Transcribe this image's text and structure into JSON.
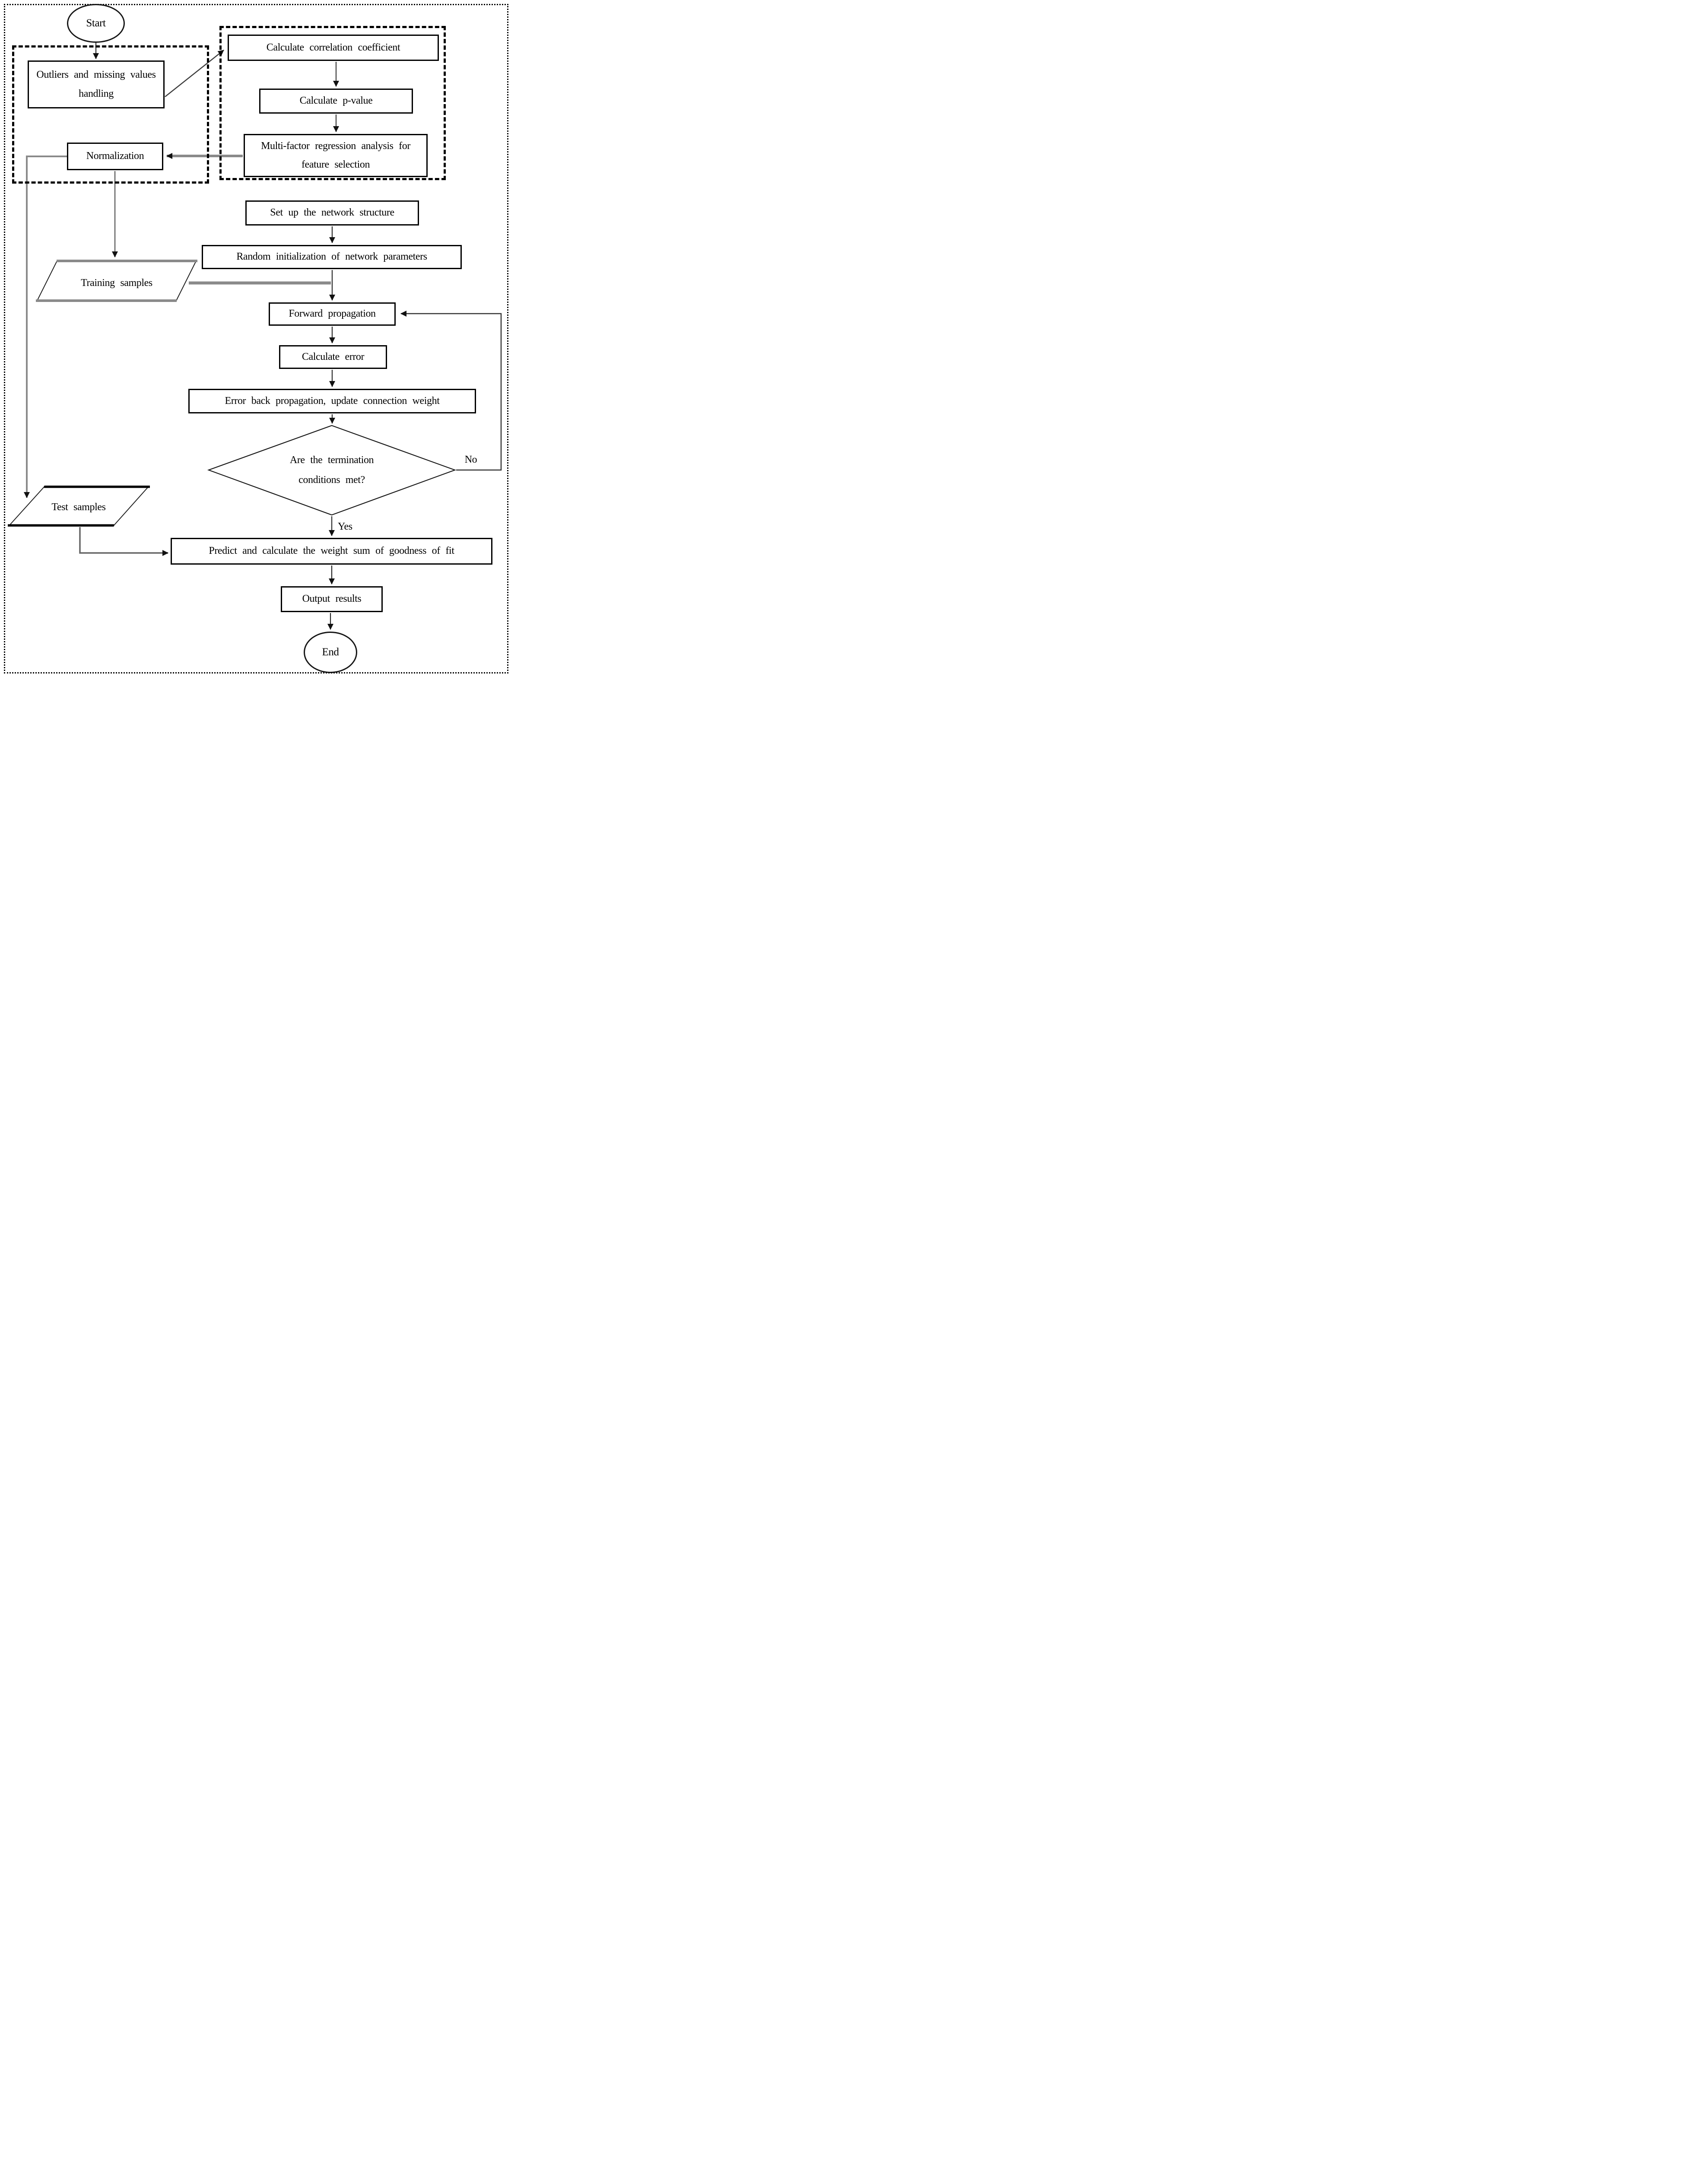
{
  "nodes": {
    "start": "Start",
    "outliers": "Outliers and missing values handling",
    "corr": "Calculate correlation coefficient",
    "pvalue": "Calculate p-value",
    "multifactor": "Multi-factor regression analysis for feature selection",
    "normalization": "Normalization",
    "setup": "Set up the network structure",
    "randinit": "Random initialization of network parameters",
    "training": "Training samples",
    "forward": "Forward propagation",
    "calcerror": "Calculate error",
    "errback": "Error back propagation, update connection weight",
    "decision": "Are the termination conditions met?",
    "test": "Test samples",
    "predict": "Predict and calculate the weight sum of goodness of fit",
    "output": "Output results",
    "end": "End"
  },
  "edge_labels": {
    "no": "No",
    "yes": "Yes"
  },
  "colors": {
    "stroke_black": "#111111",
    "stroke_dark": "#3d3d3d",
    "stroke_gray": "#8a8a8a",
    "background": "#ffffff"
  }
}
